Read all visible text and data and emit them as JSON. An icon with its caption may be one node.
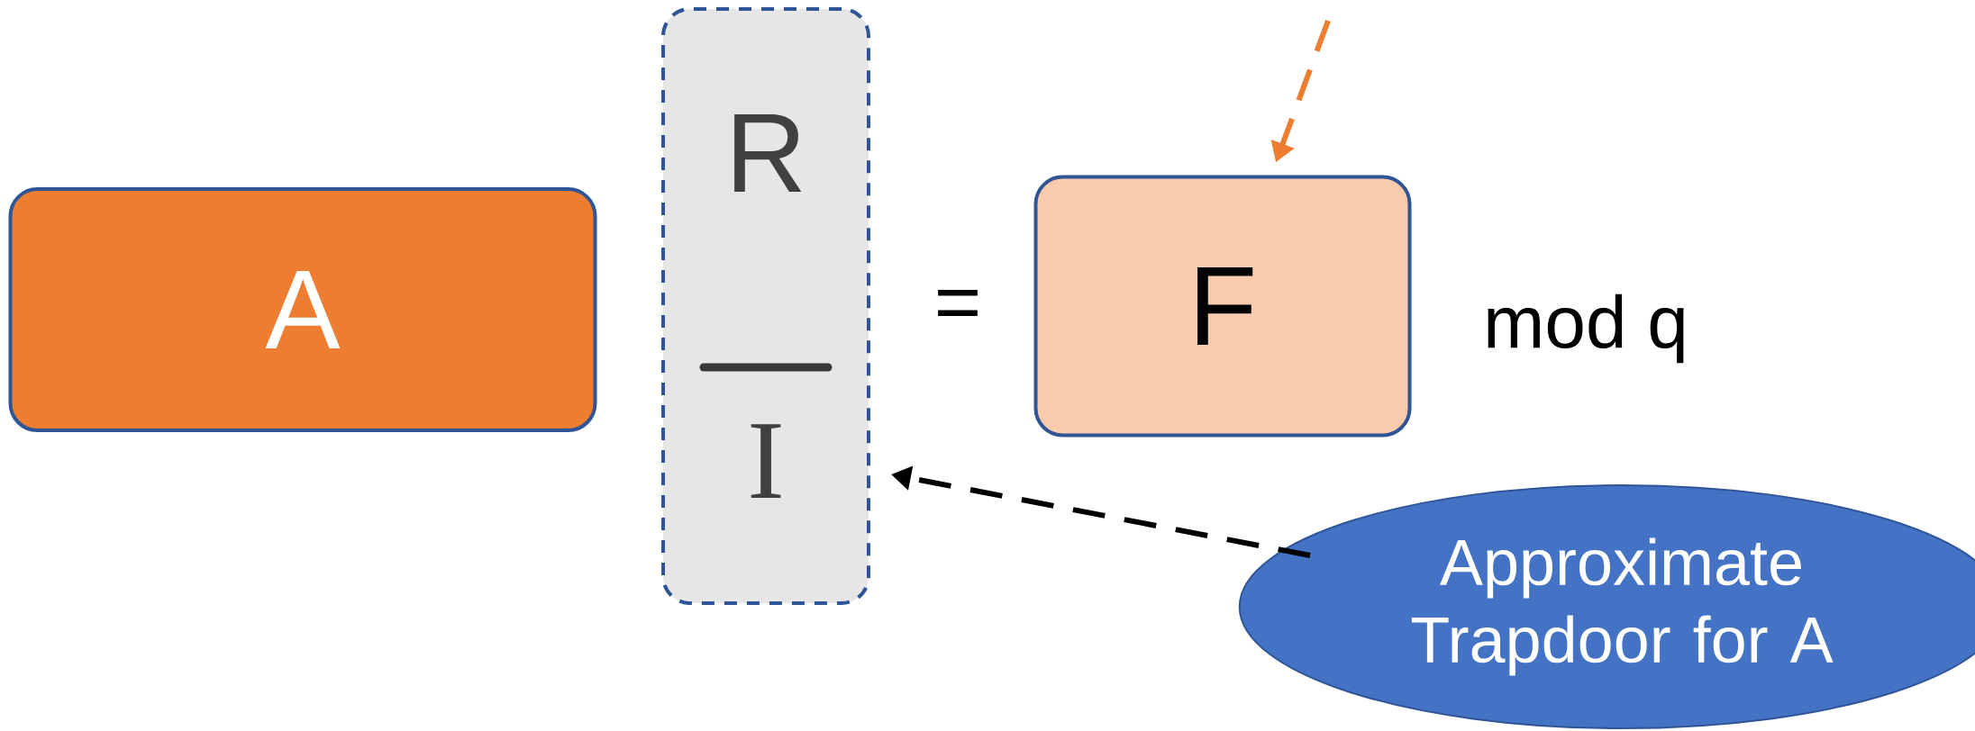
{
  "diagram": {
    "nodes": [
      {
        "text": [
          "A"
        ]
      },
      {
        "text": [
          "R",
          "I"
        ]
      },
      {
        "text": [
          "F"
        ]
      },
      {
        "text": [
          "Approximate Trapdoor for A"
        ]
      }
    ],
    "edges": [
      {
        "from": null,
        "to": 2,
        "arrow": "to",
        "style": "dashed",
        "color": "#ed7d31"
      },
      {
        "from": 3,
        "to": 1,
        "arrow": "to",
        "style": "dashed",
        "color": "#000000"
      }
    ],
    "labels": [
      "=",
      "mod q"
    ]
  }
}
